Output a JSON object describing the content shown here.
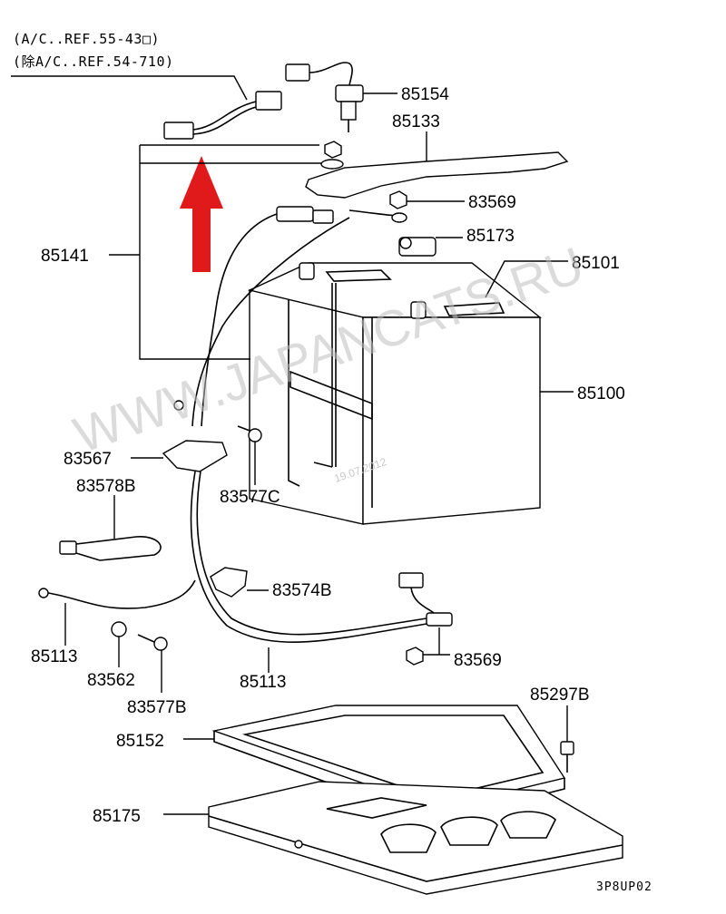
{
  "notes": {
    "line1": "(A/C..REF.55-43□)",
    "line2": "(除A/C..REF.54-710)"
  },
  "labels": {
    "p85154": "85154",
    "p85133": "85133",
    "p83569a": "83569",
    "p85173": "85173",
    "p85101": "85101",
    "p85141": "85141",
    "p85100": "85100",
    "p83567": "83567",
    "p83577C": "83577C",
    "p83578B": "83578B",
    "p83574B": "83574B",
    "p85113a": "85113",
    "p83562": "83562",
    "p85113b": "85113",
    "p83569b": "83569",
    "p83577B": "83577B",
    "p85297B": "85297B",
    "p85152": "85152",
    "p85175": "85175"
  },
  "watermark": {
    "text": "WWW.JAPANCATS.RU",
    "date": "19.07.2012"
  },
  "diagram_code": "3P8UP02",
  "colors": {
    "arrow": "#e0191b",
    "watermark": "#bdbdbd"
  }
}
